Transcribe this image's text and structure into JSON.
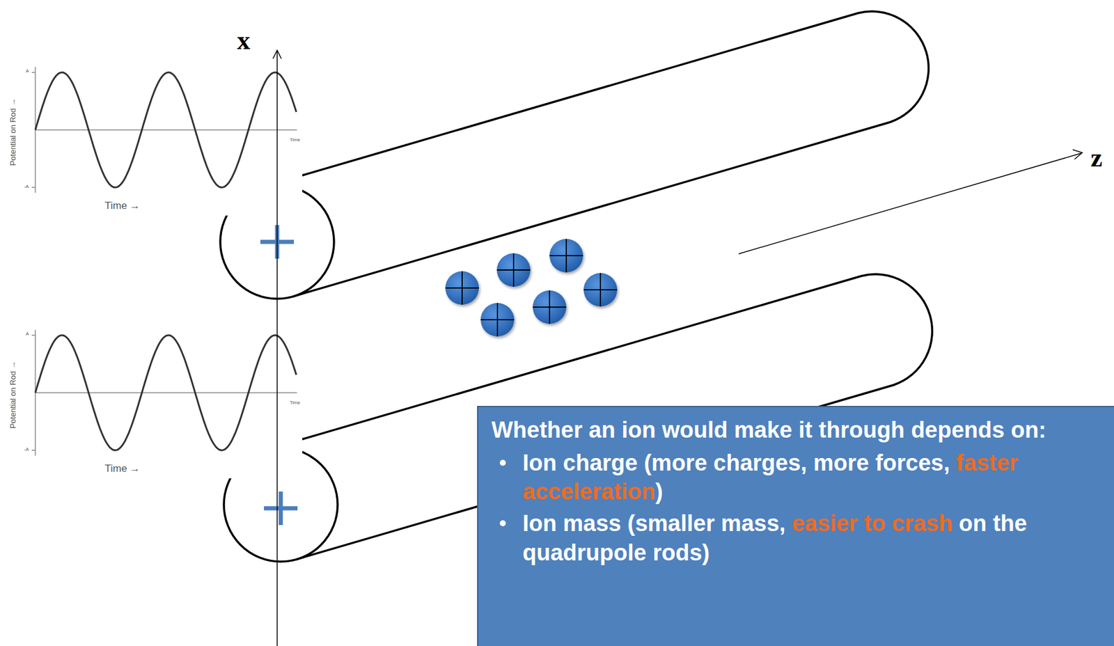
{
  "diagram": {
    "nodes": [
      {
        "text": [
          "Whether an ion would make it through depends on:",
          "Ion charge (more charges, more forces, faster acceleration)",
          "Ion mass (smaller mass, easier to crash on the quadrupole rods)"
        ]
      }
    ],
    "labels": [
      "x",
      "z",
      "Potential on Rod →",
      "Time →",
      "Time",
      "A",
      "-A",
      "Potential on Rod →",
      "Time →",
      "Time",
      "A",
      "-A"
    ]
  }
}
